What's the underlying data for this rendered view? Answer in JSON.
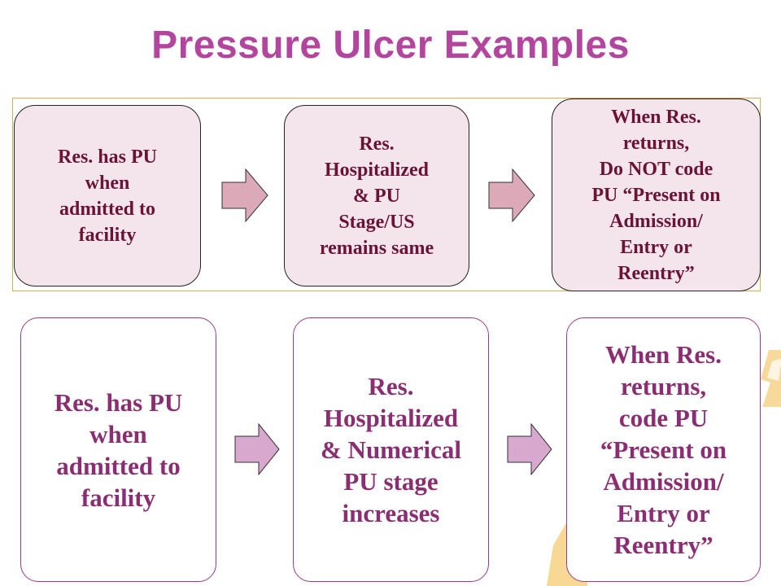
{
  "title": "Pressure Ulcer Examples",
  "rows": [
    {
      "steps": [
        {
          "text": "Res. has PU\nwhen\nadmitted to\nfacility"
        },
        {
          "text": "Res.\nHospitalized\n& PU\nStage/US\nremains same"
        },
        {
          "text": "When Res.\nreturns,\nDo NOT code\nPU “Present on\nAdmission/\nEntry or\nReentry”"
        }
      ]
    },
    {
      "steps": [
        {
          "text": "Res. has PU\nwhen\nadmitted to\nfacility"
        },
        {
          "text": "Res.\nHospitalized\n& Numerical\nPU stage\nincreases"
        },
        {
          "text": "When Res.\nreturns,\ncode PU\n“Present on\nAdmission/\nEntry or\nReentry”"
        }
      ]
    }
  ],
  "colors": {
    "title": "#b4459e",
    "top_box_fill": "#f4e5ed",
    "top_box_text": "#6b1236",
    "bottom_box_text": "#8b2d73",
    "arrow_top": "#dba9b8",
    "arrow_bottom": "#d9a8cf",
    "frame": "#d9b14a"
  }
}
